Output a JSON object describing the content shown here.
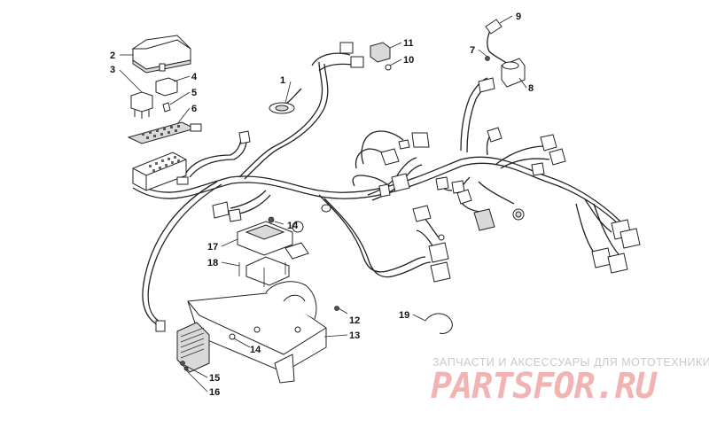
{
  "diagram": {
    "callouts": [
      {
        "id": "c1",
        "text": "1"
      },
      {
        "id": "c2",
        "text": "2"
      },
      {
        "id": "c3",
        "text": "3"
      },
      {
        "id": "c4",
        "text": "4"
      },
      {
        "id": "c5",
        "text": "5"
      },
      {
        "id": "c6",
        "text": "6"
      },
      {
        "id": "c7",
        "text": "7"
      },
      {
        "id": "c8",
        "text": "8"
      },
      {
        "id": "c9",
        "text": "9"
      },
      {
        "id": "c10",
        "text": "10"
      },
      {
        "id": "c11",
        "text": "11"
      },
      {
        "id": "c12",
        "text": "12"
      },
      {
        "id": "c13",
        "text": "13"
      },
      {
        "id": "c14a",
        "text": "14"
      },
      {
        "id": "c14b",
        "text": "14"
      },
      {
        "id": "c15",
        "text": "15"
      },
      {
        "id": "c16",
        "text": "16"
      },
      {
        "id": "c17",
        "text": "17"
      },
      {
        "id": "c18",
        "text": "18"
      },
      {
        "id": "c19",
        "text": "19"
      }
    ]
  },
  "watermark": {
    "tagline": "ЗАПЧАСТИ И АКСЕССУАРЫ ДЛЯ МОТОТЕХНИКИ",
    "logo": "PARTSFOR.RU",
    "logo_color": "#f2b3b3"
  }
}
